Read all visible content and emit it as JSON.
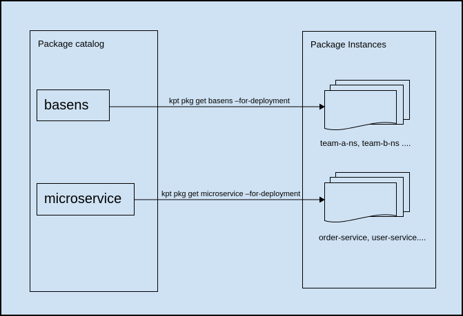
{
  "colors": {
    "background": "#cfe2f3",
    "line": "#000000",
    "text": "#000000"
  },
  "catalog": {
    "title": "Package catalog",
    "packages": [
      {
        "label": "basens"
      },
      {
        "label": "microservice"
      }
    ]
  },
  "instances": {
    "title": "Package Instances",
    "groups": [
      {
        "caption": "team-a-ns, team-b-ns ...."
      },
      {
        "caption": "order-service, user-service...."
      }
    ]
  },
  "arrows": [
    {
      "label": "kpt pkg get basens –for-deployment"
    },
    {
      "label": "kpt pkg get microservice –for-deployment"
    }
  ]
}
